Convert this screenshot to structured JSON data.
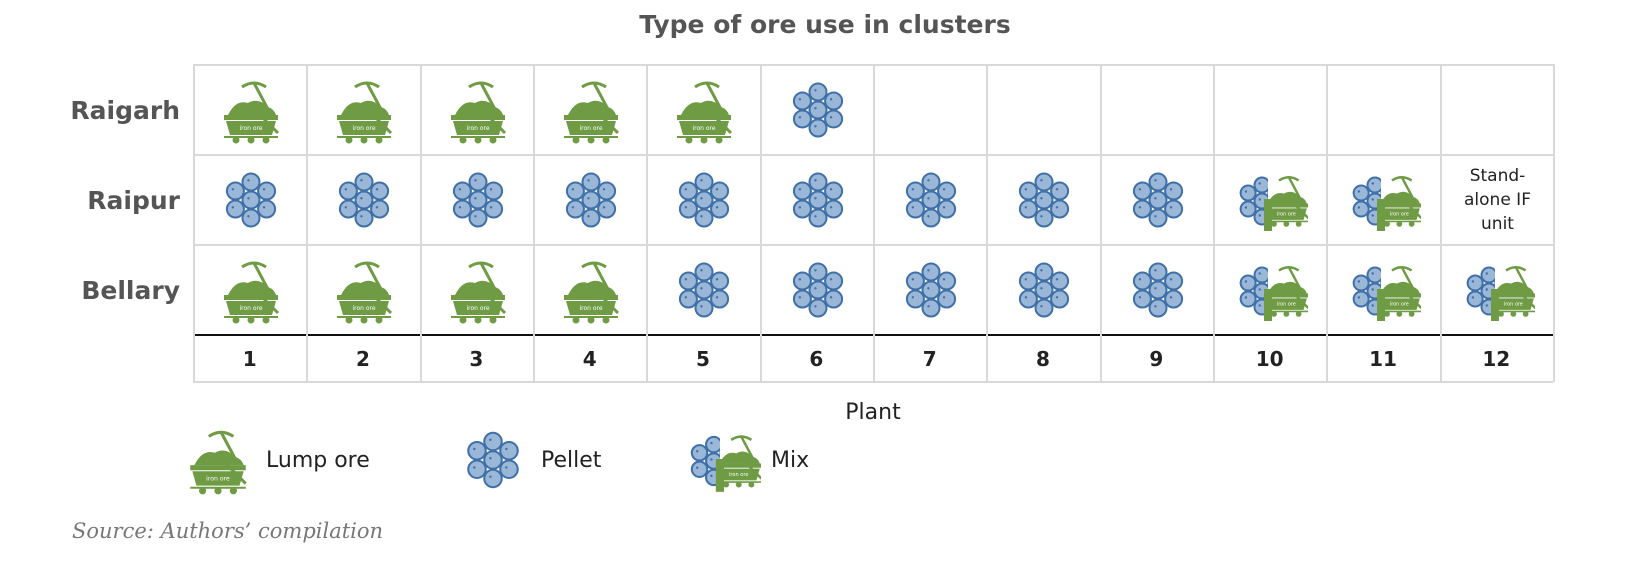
{
  "chart_data": {
    "type": "table",
    "title": "Type of ore use in clusters",
    "xlabel": "Plant",
    "plants": [
      "1",
      "2",
      "3",
      "4",
      "5",
      "6",
      "7",
      "8",
      "9",
      "10",
      "11",
      "12"
    ],
    "rows": [
      {
        "name": "Raigarh",
        "cells": [
          "lump",
          "lump",
          "lump",
          "lump",
          "lump",
          "pellet",
          "",
          "",
          "",
          "",
          "",
          ""
        ]
      },
      {
        "name": "Raipur",
        "cells": [
          "pellet",
          "pellet",
          "pellet",
          "pellet",
          "pellet",
          "pellet",
          "pellet",
          "pellet",
          "pellet",
          "mix",
          "mix",
          "note"
        ]
      },
      {
        "name": "Bellary",
        "cells": [
          "lump",
          "lump",
          "lump",
          "lump",
          "pellet",
          "pellet",
          "pellet",
          "pellet",
          "pellet",
          "mix",
          "mix",
          "mix"
        ]
      }
    ],
    "notes": {
      "note": "Stand-alone IF unit"
    },
    "legend": [
      {
        "key": "lump",
        "label": "Lump ore"
      },
      {
        "key": "pellet",
        "label": "Pellet"
      },
      {
        "key": "mix",
        "label": "Mix"
      }
    ],
    "cart_text": "iron ore",
    "colors": {
      "lump": "#6e9b44",
      "pellet_fill": "#9bb7d8",
      "pellet_stroke": "#3f70a8",
      "text": "#555555"
    }
  },
  "source": "Source: Authors’ compilation"
}
